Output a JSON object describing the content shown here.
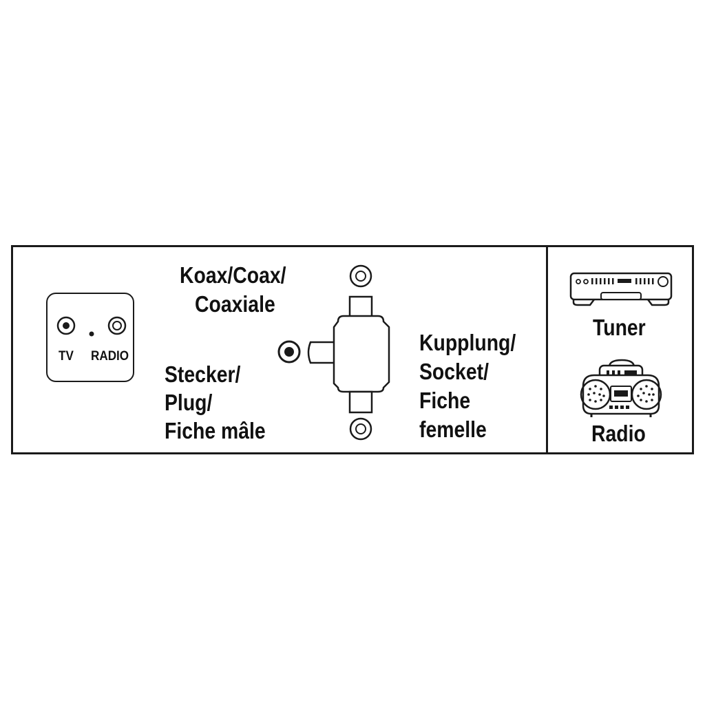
{
  "wall_socket": {
    "tv_label": "TV",
    "radio_label": "RADIO"
  },
  "coax": {
    "line1": "Koax/Coax/",
    "line2": "Coaxiale"
  },
  "plug": {
    "line1": "Stecker/",
    "line2": "Plug/",
    "line3": "Fiche mâle"
  },
  "socket": {
    "line1": "Kupplung/",
    "line2": "Socket/",
    "line3": "Fiche",
    "line4": "femelle"
  },
  "devices": {
    "tuner_label": "Tuner",
    "radio_label": "Radio"
  },
  "icons": {
    "wall_socket": "antenna-wall-socket-icon",
    "adapter": "t-adapter-icon",
    "tuner": "tuner-icon",
    "radio": "boombox-radio-icon"
  },
  "colors": {
    "line": "#1a1a1a",
    "background": "#ffffff"
  }
}
